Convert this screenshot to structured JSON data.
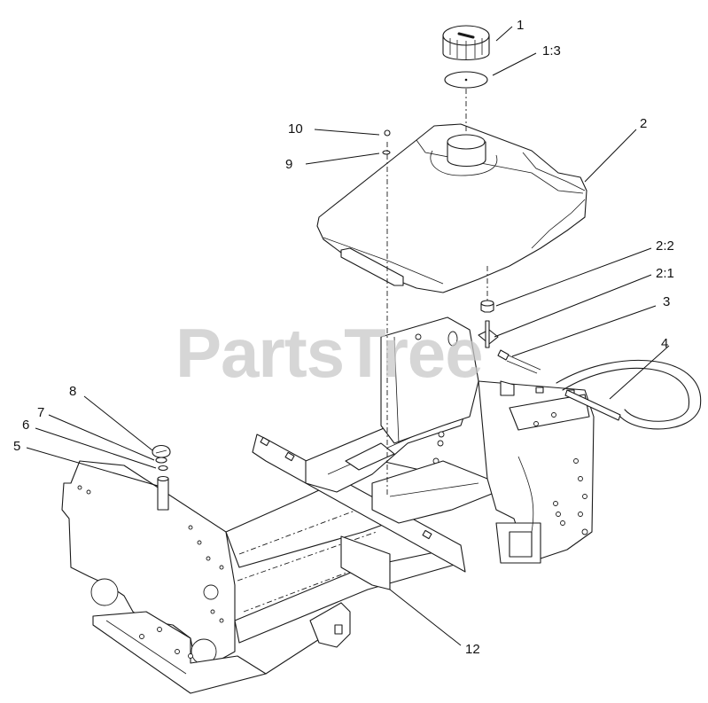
{
  "watermark": "PartsTree",
  "callouts": {
    "c1": "1",
    "c1_3": "1:3",
    "c2": "2",
    "c2_2": "2:2",
    "c2_1": "2:1",
    "c3": "3",
    "c4": "4",
    "c5": "5",
    "c6": "6",
    "c7": "7",
    "c8": "8",
    "c9": "9",
    "c10": "10",
    "c12": "12"
  }
}
